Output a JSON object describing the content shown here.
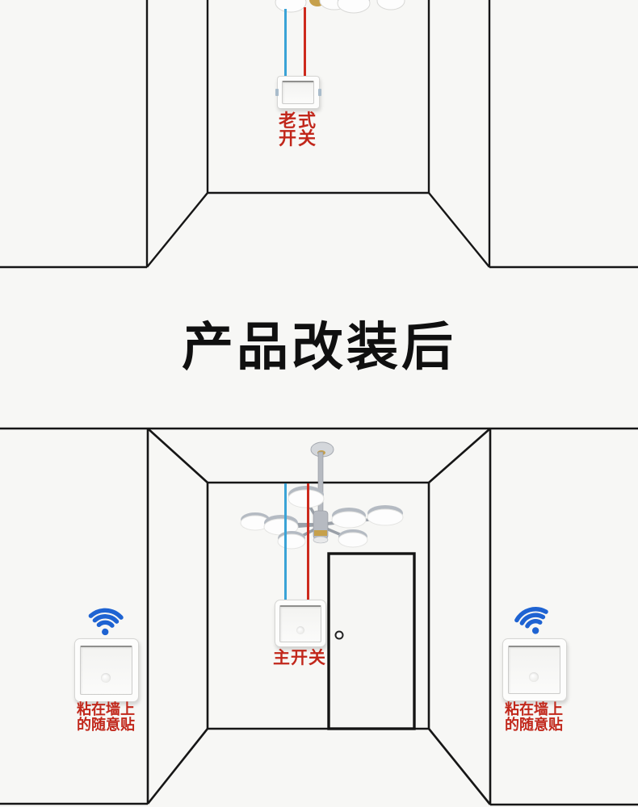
{
  "banner": {
    "title": "产品改装后"
  },
  "top_scene": {
    "description": "old wiring: ceiling lamp hard-wired to wall switch",
    "old_switch_label_line1": "老式",
    "old_switch_label_line2": "开关"
  },
  "bottom_scene": {
    "description": "after retrofit: chandelier with main switch and wireless stick-on switches",
    "main_switch_label": "主开关",
    "sticker_label_line1": "粘在墙上",
    "sticker_label_line2": "的随意贴"
  },
  "icons": {
    "wifi_icon": "three blue arcs over a dot (wireless signal)",
    "door_knob_icon": "small outlined circle on door"
  },
  "colors": {
    "background": "#f7f7f5",
    "room_line": "#161616",
    "label_red": "#c1271b",
    "wire_blue": "#3aa3d6",
    "wire_red": "#cd2a1d",
    "wifi_blue": "#1e63d2",
    "lamp_gold": "#c6a04b",
    "lamp_grey": "#b6bac1"
  }
}
